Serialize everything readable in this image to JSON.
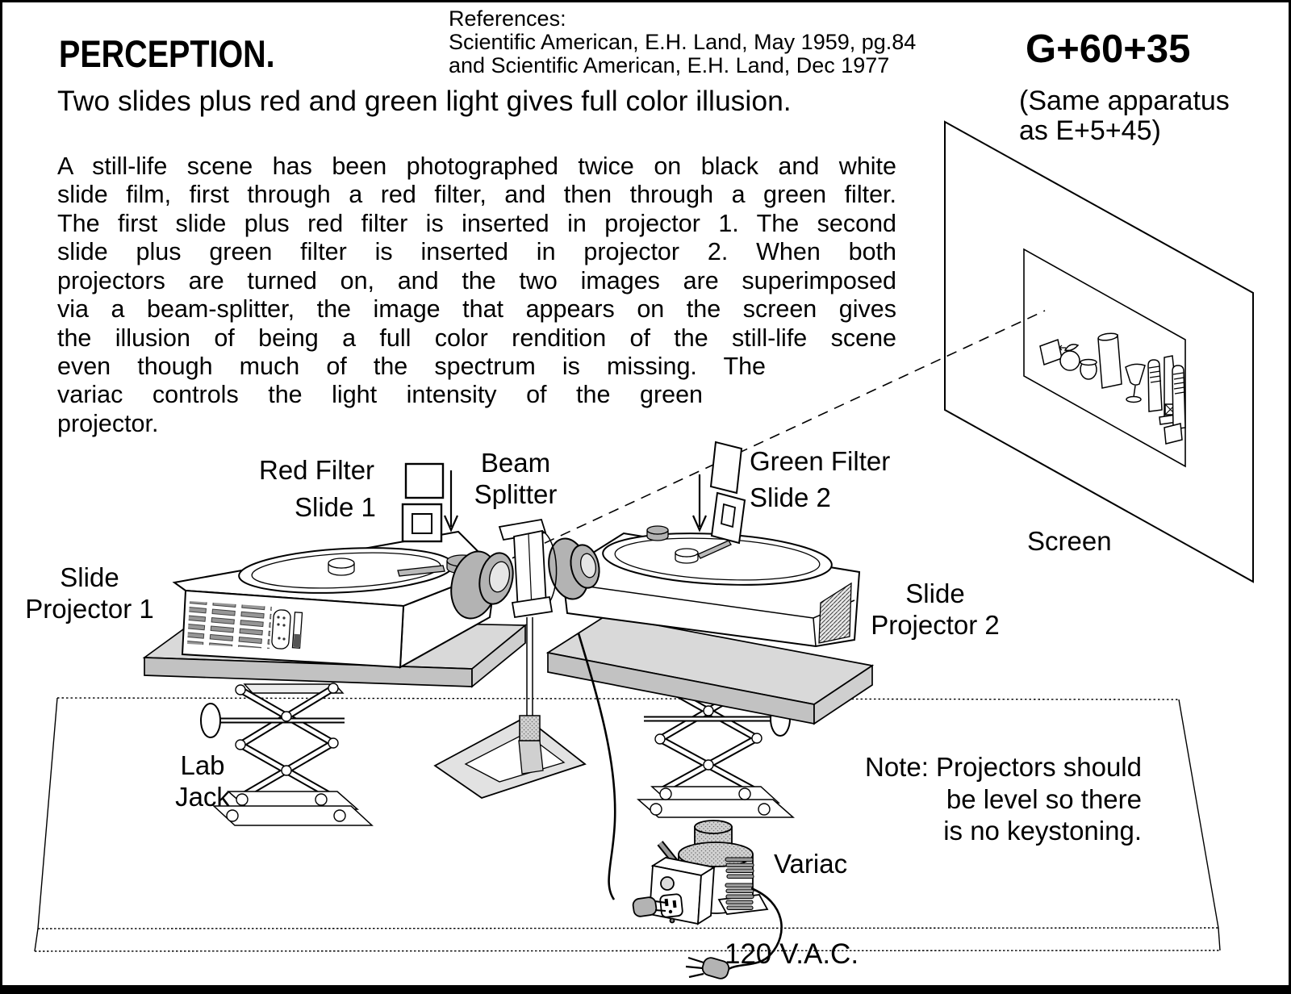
{
  "header": {
    "title": "PERCEPTION.",
    "references": [
      "References:",
      "Scientific American, E.H. Land, May 1959, pg.84",
      "and Scientific American, E.H. Land, Dec 1977"
    ],
    "catalog_number": "G+60+35",
    "apparatus_note": "(Same apparatus\nas E+5+45)",
    "subtitle": "Two slides plus red and green light gives full color illusion."
  },
  "description": {
    "lines": [
      "A still-life scene has been photographed twice on black and white",
      "slide film, first through a red filter, and then through a green filter.",
      "The first slide plus red filter is inserted in projector 1.  The second",
      "slide plus green filter is inserted in projector 2. When both",
      "projectors are turned on, and the  two images are superimposed",
      "via a beam-splitter, the image that appears on the screen gives",
      "the illusion of being a full color rendition of the still-life scene",
      "even though much of the spectrum is missing.  The",
      "variac controls the light intensity of the green",
      "projector."
    ]
  },
  "diagram_labels": {
    "red_filter": "Red Filter",
    "slide_1": "Slide 1",
    "beam_splitter": "Beam\nSplitter",
    "green_filter": "Green Filter",
    "slide_2": "Slide 2",
    "slide_projector_1": "Slide\nProjector 1",
    "slide_projector_2": "Slide\nProjector 2",
    "screen": "Screen",
    "lab_jack": "Lab\nJack",
    "note": "Note: Projectors should\nbe level so there\nis no keystoning.",
    "variac": "Variac",
    "power": "120 V.A.C."
  },
  "colors": {
    "ink": "#000000",
    "paper": "#ffffff",
    "board_gray": "#d9d9d9",
    "board_shadow": "#c2c2c2",
    "lens_gray": "#b3b3b3"
  }
}
